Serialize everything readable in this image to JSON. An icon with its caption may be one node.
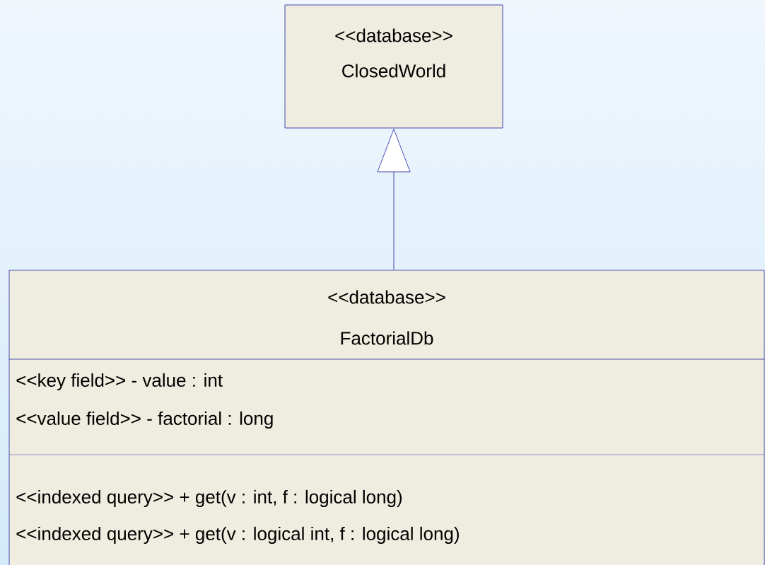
{
  "diagram": {
    "nodes": [
      {
        "text": [
          "<<database>>",
          "ClosedWorld"
        ]
      },
      {
        "text": [
          "<<database>>",
          "FactorialDb",
          "<<key field>> - value : int",
          "<<value field>> - factorial : long",
          "<<indexed query>> + get(v : int, f : logical long)",
          "<<indexed query>> + get(v : logical int, f : logical long)"
        ]
      }
    ],
    "edges": [
      {
        "from": 1,
        "to": 0,
        "arrow": "to"
      }
    ]
  }
}
